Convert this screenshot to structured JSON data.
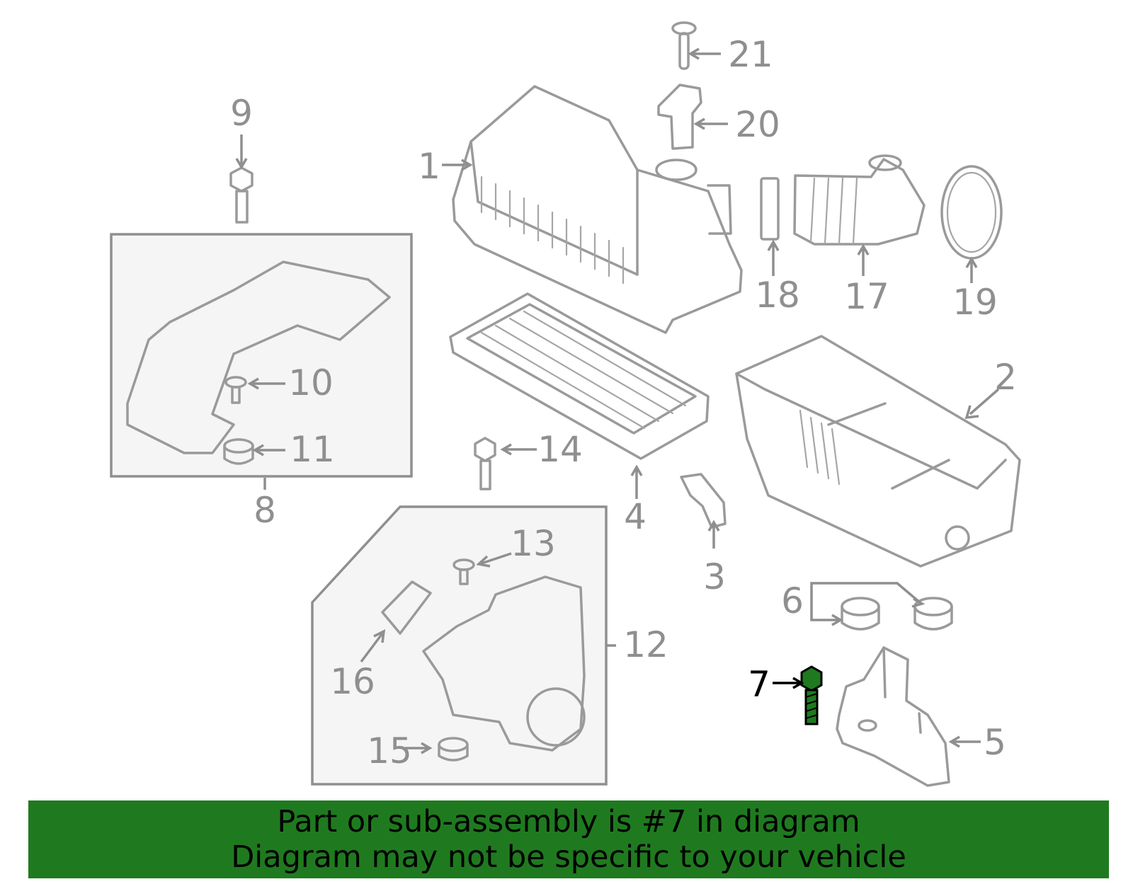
{
  "callouts": {
    "c1": "1",
    "c2": "2",
    "c3": "3",
    "c4": "4",
    "c5": "5",
    "c6": "6",
    "c7": "7",
    "c8": "8",
    "c9": "9",
    "c10": "10",
    "c11": "11",
    "c12": "12",
    "c13": "13",
    "c14": "14",
    "c15": "15",
    "c16": "16",
    "c17": "17",
    "c18": "18",
    "c19": "19",
    "c20": "20",
    "c21": "21"
  },
  "highlight": {
    "part": "7",
    "color": "#1f7a1f"
  },
  "colors": {
    "banner_bg": "#1f7a1f",
    "part_stroke": "#9a9a9a",
    "label": "#8f8f8f"
  },
  "banner": {
    "line1": "Part or sub-assembly is #7 in diagram",
    "line2": "Diagram may not be specific to your vehicle"
  }
}
